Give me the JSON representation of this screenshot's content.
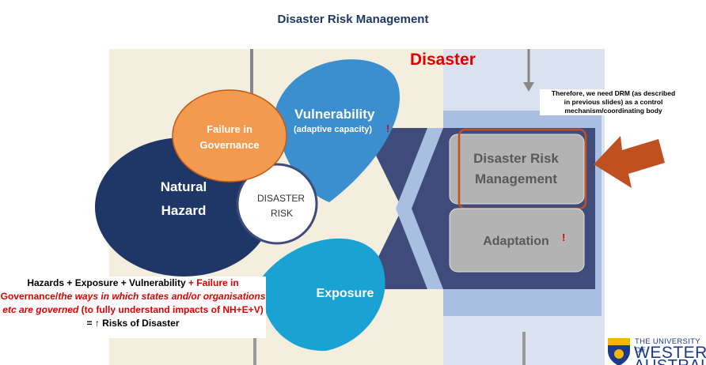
{
  "title": "Disaster Risk Management",
  "diagram": {
    "disaster": "Disaster",
    "vulnerability": "Vulnerability",
    "adaptive_capacity": "(adaptive capacity)",
    "adaptive_mark": "!",
    "failure_line1": "Failure in",
    "failure_line2": "Governance",
    "natural_line1": "Natural",
    "natural_line2": "Hazard",
    "risk_line1": "DISASTER",
    "risk_line2": "RISK",
    "exposure": "Exposure",
    "drm_line1": "Disaster Risk",
    "drm_line2": "Management",
    "adaptation": "Adaptation",
    "adaptation_mark": "!"
  },
  "note": {
    "line1": "Therefore, we need DRM (as described",
    "line2": "in previous slides) as a control",
    "line3": "mechanism/coordinating body"
  },
  "formula": {
    "part1": "Hazards + Exposure + Vulnerability ",
    "part2": "+ Failure in Governance/",
    "part3": "the ways in which states and/or organisations etc are governed",
    "part4": "  (to fully understand impacts of NH+E+V)",
    "part5": " = ",
    "arrow": "↑",
    "part6": " Risks of Disaster"
  },
  "logo": {
    "line1": "THE UNIVERSITY OF",
    "line2": "WESTERN",
    "line3": "AUSTRALIA"
  },
  "colors": {
    "title": "#1f3864",
    "background_panel": "#f3eedd",
    "natural_hazard": "#1f3766",
    "vulnerability": "#3b8fcf",
    "exposure": "#1aa2d4",
    "governance": "#f29a50",
    "drm_box": "#b3b3b3",
    "highlight_red": "#e00000",
    "arrow": "#c0501f"
  }
}
